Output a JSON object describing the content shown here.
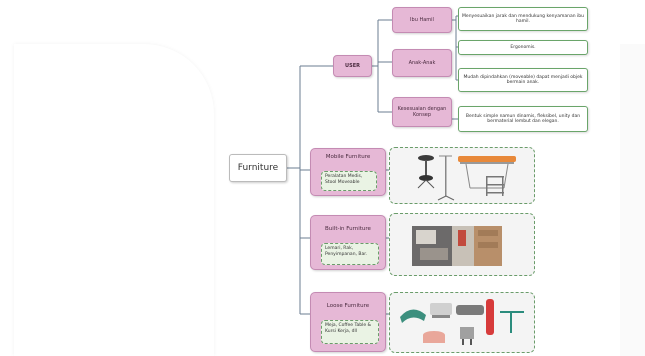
{
  "root": {
    "label": "Furniture"
  },
  "user": {
    "label": "USER",
    "children": [
      {
        "label": "Ibu Hamil",
        "detail": "Menyesuaikan jarak dan mendukung kenyamanan ibu hamil."
      },
      {
        "label": "Anak-Anak",
        "detail": "Ergonomis."
      },
      {
        "label": "",
        "detail": "Mudah dipindahkan (moveable) dapat menjadi objek bermain anak."
      },
      {
        "label": "Kesesuaian dengan Konsep",
        "detail": "Bentuk simple namun dinamis, fleksibel, unity dan bermaterial lembut dan elegan."
      }
    ]
  },
  "categories": [
    {
      "title": "Mobile Furniture",
      "tag": "Peralatan Medis, Stool Moveable"
    },
    {
      "title": "Built-in Furniture",
      "tag": "Lemari, Rak, Penyimpanan, Bar."
    },
    {
      "title": "Loose Furniture",
      "tag": "Meja, Coffee Table & Kursi Kerja, dll"
    }
  ],
  "colors": {
    "pink": "#e6b8d6",
    "pink_border": "#c48bb3",
    "green_border": "#6a9c6a",
    "connector": "#6b7e92"
  }
}
